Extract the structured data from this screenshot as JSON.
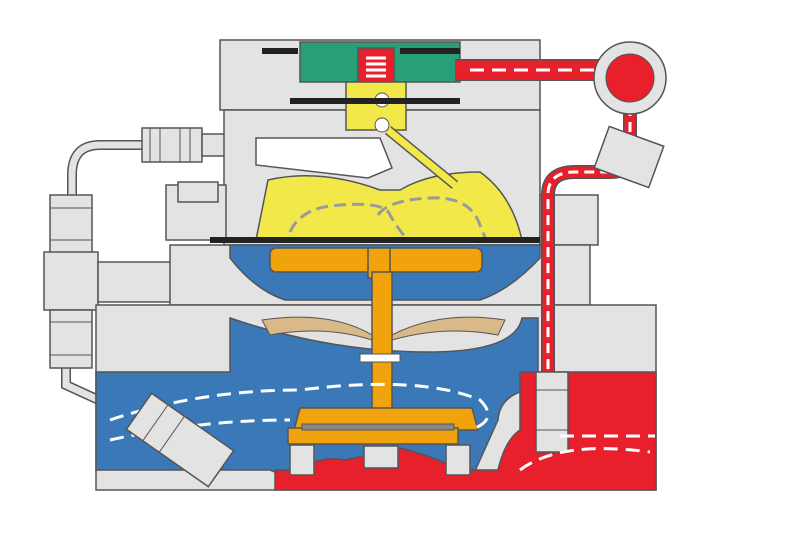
{
  "diagram": {
    "kind": "deluge valve cross-section",
    "labels": [],
    "colors": {
      "body_gray": "#e3e3e3",
      "body_stroke": "#555555",
      "supply_red": "#e8202c",
      "priming_blue": "#3a78b8",
      "diaphragm_yellow": "#f2e84a",
      "stem_orange": "#f0a30c",
      "pilot_green": "#27a07a",
      "seat_tan": "#d9b98a",
      "flow_dash": "#ffffff",
      "yellow_dash": "#9a9a9a"
    },
    "components": [
      {
        "name": "valve-body",
        "color_key": "body_gray"
      },
      {
        "name": "diaphragm-chamber",
        "color_key": "diaphragm_yellow"
      },
      {
        "name": "priming-chamber",
        "color_key": "priming_blue"
      },
      {
        "name": "supply-inlet",
        "color_key": "supply_red"
      },
      {
        "name": "valve-stem",
        "color_key": "stem_orange"
      },
      {
        "name": "pilot-valve",
        "color_key": "pilot_green"
      },
      {
        "name": "trim-piping-left",
        "color_key": "body_gray"
      },
      {
        "name": "trim-piping-right",
        "color_key": "supply_red"
      }
    ]
  }
}
